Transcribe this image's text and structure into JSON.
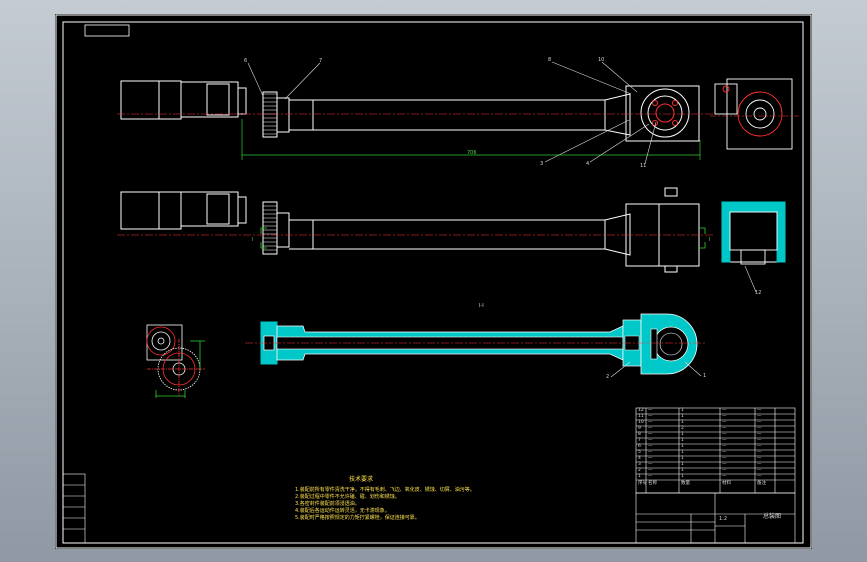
{
  "colors": {
    "background_top": "#c4cbd3",
    "background_bottom": "#8f98a3",
    "drawing_background": "#000000",
    "outline": "#ffffff",
    "dimension": "#2fd12f",
    "centerline": "#ff3030",
    "hatch": "#00c8c8",
    "text_yellow": "#ffe14f"
  },
  "drawing": {
    "labels": {
      "top_view": {
        "b1": "6",
        "b2": "7",
        "b3": "8",
        "b4": "10",
        "b5": "3",
        "b6": "4",
        "b7": "11",
        "dim": "706"
      },
      "side_view": {
        "b1": "12",
        "sec_left": "I",
        "sec_right": "I"
      },
      "section": {
        "title": "I-I",
        "b1": "2",
        "b2": "1"
      }
    },
    "notes": {
      "title": "技术要求",
      "lines": [
        "1.装配前所有零件清洗干净，不得有毛刺、飞边、氧化皮、锈蚀、切屑、油污等。",
        "2.装配过程中零件不允许磕、碰、划伤和锈蚀。",
        "3.各密封件装配前须浸透油。",
        "4.装配后各运动件运转灵活，无卡滞现象。",
        "5.装配时严格按照规定的力矩拧紧螺栓，保证连接可靠。"
      ]
    },
    "bom": {
      "header": [
        "序号",
        "名称",
        "数量",
        "材料",
        "备注"
      ],
      "rows": [
        [
          "12",
          "—",
          "1",
          "—",
          "—"
        ],
        [
          "11",
          "—",
          "1",
          "—",
          "—"
        ],
        [
          "10",
          "—",
          "1",
          "—",
          "—"
        ],
        [
          "9",
          "—",
          "2",
          "—",
          "—"
        ],
        [
          "8",
          "—",
          "1",
          "—",
          "—"
        ],
        [
          "7",
          "—",
          "1",
          "—",
          "—"
        ],
        [
          "6",
          "—",
          "1",
          "—",
          "—"
        ],
        [
          "5",
          "—",
          "1",
          "—",
          "—"
        ],
        [
          "4",
          "—",
          "1",
          "—",
          "—"
        ],
        [
          "3",
          "—",
          "1",
          "—",
          "—"
        ],
        [
          "2",
          "—",
          "1",
          "—",
          "—"
        ],
        [
          "1",
          "—",
          "1",
          "—",
          "—"
        ]
      ]
    },
    "title_block": {
      "sheet_name": "总装图",
      "scale": "1:2"
    }
  }
}
